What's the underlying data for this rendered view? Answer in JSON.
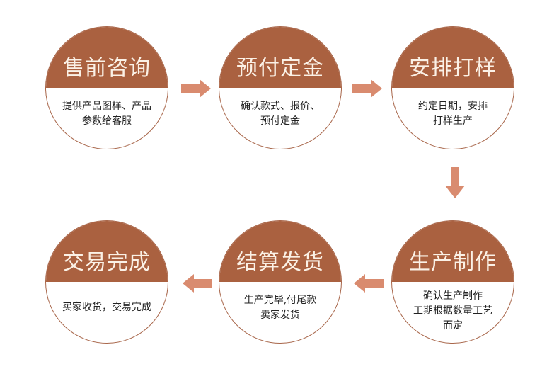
{
  "diagram": {
    "type": "process-flow",
    "colors": {
      "circle_top": "#aa6140",
      "circle_border": "#a8664a",
      "title_text": "#fbf1e6",
      "desc_text": "#222222",
      "arrow": "#d98b6f",
      "background": "#ffffff"
    },
    "steps": [
      {
        "title": "售前咨询",
        "desc": "提供产品图样、产品\n参数给客服"
      },
      {
        "title": "预付定金",
        "desc": "确认款式、报价、\n预付定金"
      },
      {
        "title": "安排打样",
        "desc": "约定日期，安排\n打样生产"
      },
      {
        "title": "生产制作",
        "desc": "确认生产制作\n工期根据数量工艺\n而定"
      },
      {
        "title": "结算发货",
        "desc": "生产完毕,付尾款\n卖家发货"
      },
      {
        "title": "交易完成",
        "desc": "买家收货，交易完成"
      }
    ],
    "arrows": [
      {
        "from": "售前咨询",
        "to": "预付定金",
        "direction": "right"
      },
      {
        "from": "预付定金",
        "to": "安排打样",
        "direction": "right"
      },
      {
        "from": "安排打样",
        "to": "生产制作",
        "direction": "down"
      },
      {
        "from": "生产制作",
        "to": "结算发货",
        "direction": "left"
      },
      {
        "from": "结算发货",
        "to": "交易完成",
        "direction": "left"
      }
    ]
  }
}
